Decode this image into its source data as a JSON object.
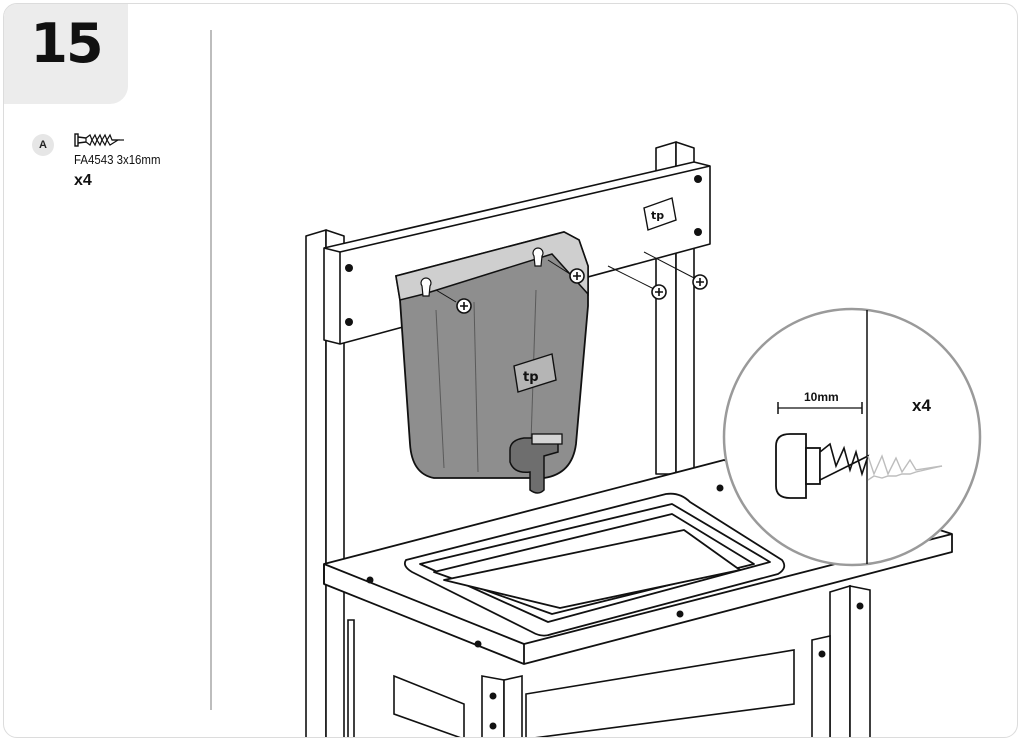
{
  "step": {
    "number": "15"
  },
  "part": {
    "letter": "A",
    "code": "FA4543  3x16mm",
    "quantity": "x4",
    "icon": "screw-icon"
  },
  "detail": {
    "dimension": "10mm",
    "quantity": "x4"
  }
}
